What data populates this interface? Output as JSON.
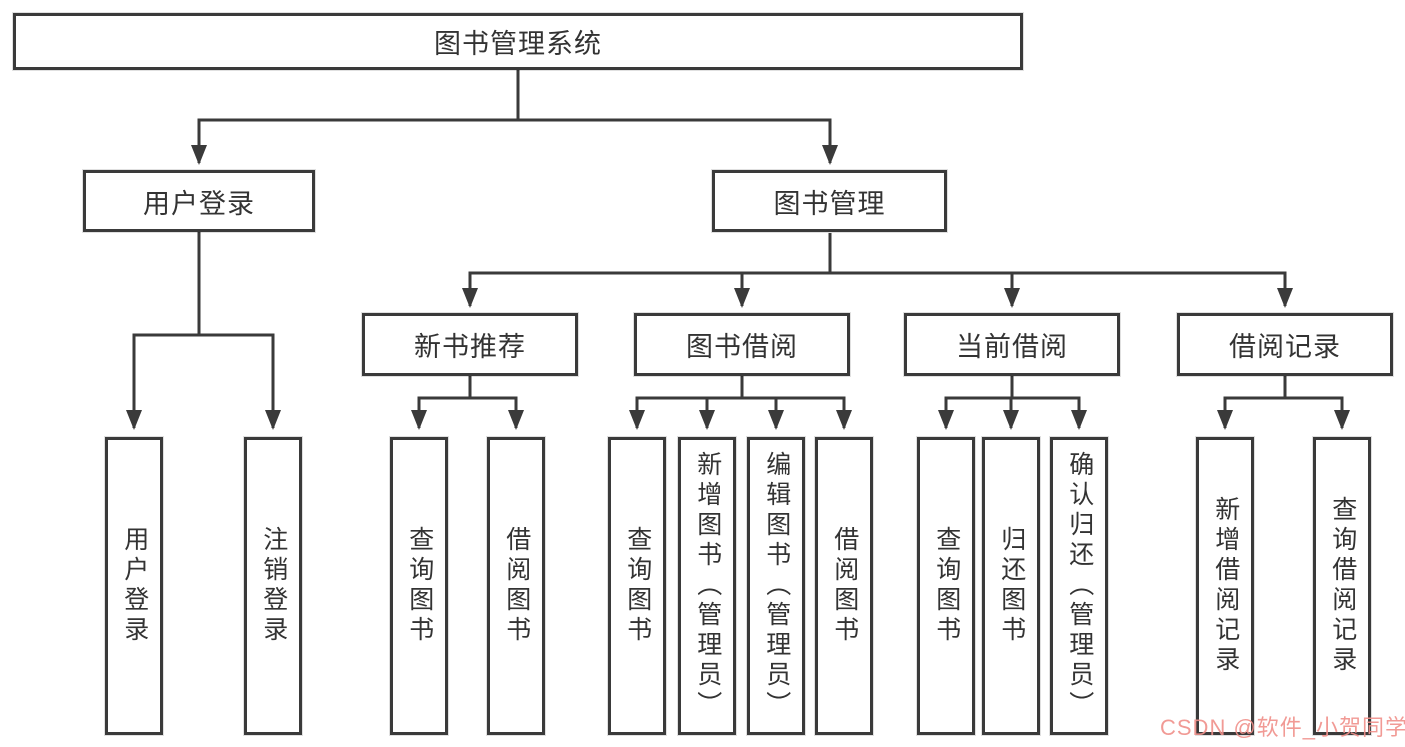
{
  "root": {
    "label": "图书管理系统"
  },
  "level2": [
    {
      "label": "用户登录"
    },
    {
      "label": "图书管理"
    }
  ],
  "level3": [
    {
      "label": "新书推荐",
      "parent": "图书管理"
    },
    {
      "label": "图书借阅",
      "parent": "图书管理"
    },
    {
      "label": "当前借阅",
      "parent": "图书管理"
    },
    {
      "label": "借阅记录",
      "parent": "图书管理"
    }
  ],
  "leaves": [
    {
      "label": "用户登录",
      "parent": "用户登录"
    },
    {
      "label": "注销登录",
      "parent": "用户登录"
    },
    {
      "label": "查询图书",
      "parent": "新书推荐"
    },
    {
      "label": "借阅图书",
      "parent": "新书推荐"
    },
    {
      "label": "查询图书",
      "parent": "图书借阅"
    },
    {
      "label": "新增图书（管理员）",
      "parent": "图书借阅"
    },
    {
      "label": "编辑图书（管理员）",
      "parent": "图书借阅"
    },
    {
      "label": "借阅图书",
      "parent": "图书借阅"
    },
    {
      "label": "查询图书",
      "parent": "当前借阅"
    },
    {
      "label": "归还图书",
      "parent": "当前借阅"
    },
    {
      "label": "确认归还（管理员）",
      "parent": "当前借阅"
    },
    {
      "label": "新增借阅记录",
      "parent": "借阅记录"
    },
    {
      "label": "查询借阅记录",
      "parent": "借阅记录"
    }
  ],
  "watermark": {
    "text": "CSDN @软件_小贺同学"
  },
  "colors": {
    "line": "#3a3a3a",
    "border": "#3a3a3a",
    "text": "#333333",
    "background": "#ffffff",
    "watermark": "#f0908a"
  }
}
